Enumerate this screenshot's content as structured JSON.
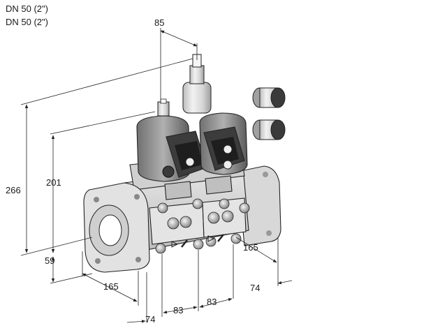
{
  "header": {
    "line1": "DN 50 (2\")",
    "line2": "DN 50 (2\")"
  },
  "dimensions": {
    "top_offset": "85",
    "total_height": "266",
    "body_height": "201",
    "base_height": "59",
    "flange_depth_left": "165",
    "flange_depth_right": "165",
    "flange_width_left": "74",
    "flange_width_right": "74",
    "module_pitch_1": "83",
    "module_pitch_2": "83"
  }
}
